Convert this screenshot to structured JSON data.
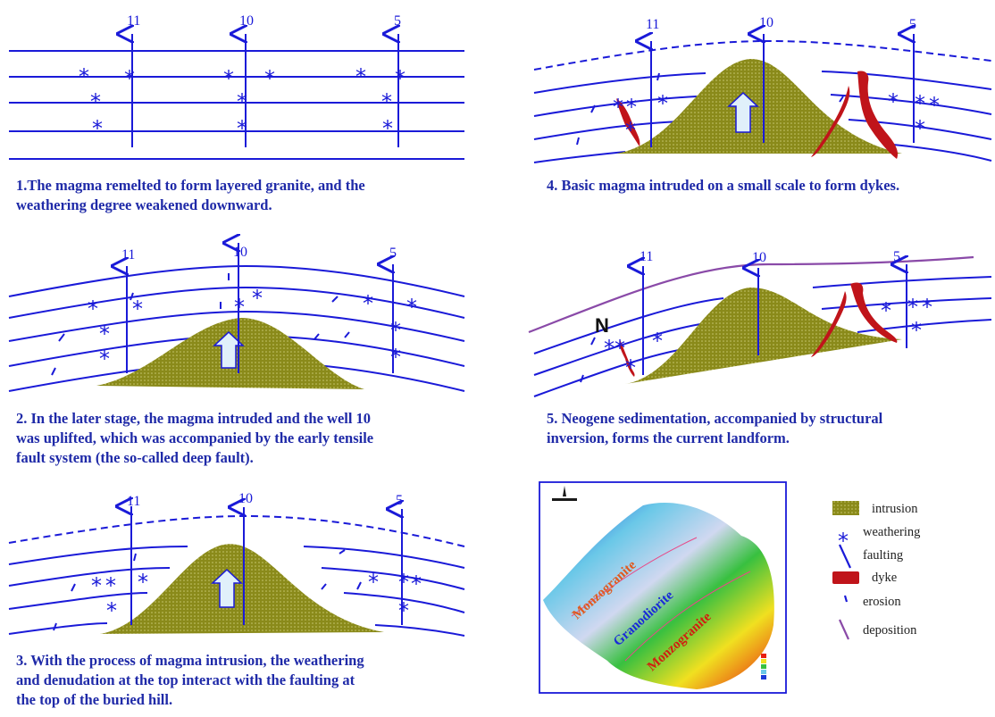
{
  "panels": {
    "p1": {
      "caption": [
        "1.The magma remelted to form layered granite, and the",
        "weathering degree weakened downward."
      ],
      "wells": [
        "11",
        "10",
        "5"
      ]
    },
    "p2": {
      "caption": [
        "2. In the later stage, the magma intruded and the well 10",
        "was uplifted, which was accompanied by the early tensile",
        "fault system (the so-called deep fault)."
      ],
      "wells": [
        "11",
        "10",
        "5"
      ]
    },
    "p3": {
      "caption": [
        "3. With the process of magma intrusion, the weathering",
        "and denudation at the top interact with the faulting at",
        "the top of the buried hill."
      ],
      "wells": [
        "11",
        "10",
        "5"
      ]
    },
    "p4": {
      "caption": [
        "4. Basic magma intruded on a small scale to form dykes."
      ],
      "wells": [
        "11",
        "10",
        "5"
      ]
    },
    "p5": {
      "caption": [
        "5. Neogene sedimentation, accompanied by structural",
        "inversion, forms the current landform."
      ],
      "wells": [
        "11",
        "10",
        "5"
      ],
      "north_label": "N"
    }
  },
  "legend": [
    {
      "key": "intrusion",
      "label": "intrusion",
      "color": "#8a8a1a"
    },
    {
      "key": "weathering",
      "label": "weathering",
      "color": "#1a1ad8"
    },
    {
      "key": "faulting",
      "label": "faulting",
      "color": "#1a1ad8"
    },
    {
      "key": "dyke",
      "label": "dyke",
      "color": "#c0141a"
    },
    {
      "key": "erosion",
      "label": "erosion",
      "color": "#1a1ad8"
    },
    {
      "key": "deposition",
      "label": "deposition",
      "color": "#8a4aa8"
    }
  ],
  "map": {
    "labels": [
      "Monzogranite",
      "Granodiorite",
      "Monzogranite"
    ]
  },
  "colors": {
    "strata": "#1a1ad8",
    "intrusion": "#8a8a1a",
    "dyke": "#c0141a",
    "caption": "#1f2aa8",
    "deposition": "#8a4aa8"
  }
}
